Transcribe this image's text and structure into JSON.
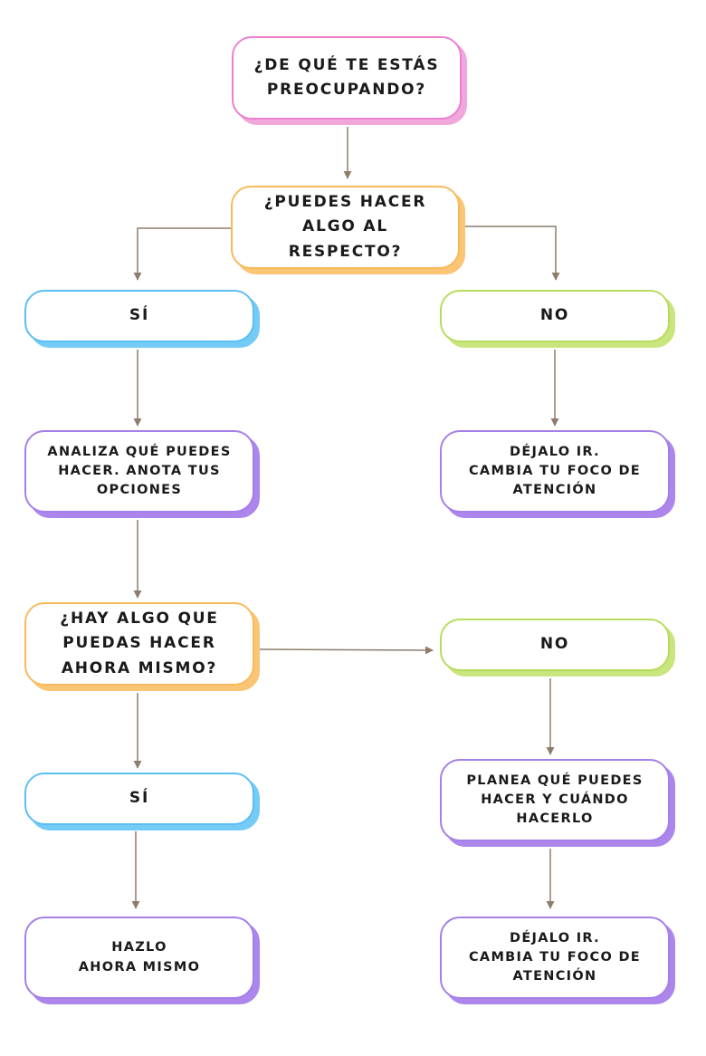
{
  "colors": {
    "pink": "#ee7fd0",
    "pink_shadow": "#f0a8dc",
    "orange": "#f9b95b",
    "orange_shadow": "#fbc576",
    "blue": "#5bbef2",
    "blue_shadow": "#74cbf6",
    "green": "#b7dc5c",
    "green_shadow": "#c9e67e",
    "purple": "#a57fe8",
    "purple_shadow": "#ad86ec",
    "arrow": "#8e7c6c"
  },
  "nodes": {
    "worry": "¿DE QUÉ TE ESTÁS\nPREOCUPANDO?",
    "can_you_act": "¿PUEDES HACER\nALGO AL\nRESPECTO?",
    "yes_1": "SÍ",
    "no_1": "NO",
    "analyze": "ANALIZA QUÉ PUEDES\nHACER. ANOTA TUS\nOPCIONES",
    "let_go_1": "DÉJALO IR.\nCAMBIA TU FOCO DE\nATENCIÓN",
    "act_now": "¿HAY ALGO QUE\nPUEDAS HACER\nAHORA MISMO?",
    "no_2": "NO",
    "yes_2": "SÍ",
    "plan": "PLANEA QUÉ PUEDES\nHACER Y CUÁNDO\nHACERLO",
    "do_it": "HAZLO\nAHORA MISMO",
    "let_go_2": "DÉJALO IR.\nCAMBIA TU FOCO DE\nATENCIÓN"
  }
}
